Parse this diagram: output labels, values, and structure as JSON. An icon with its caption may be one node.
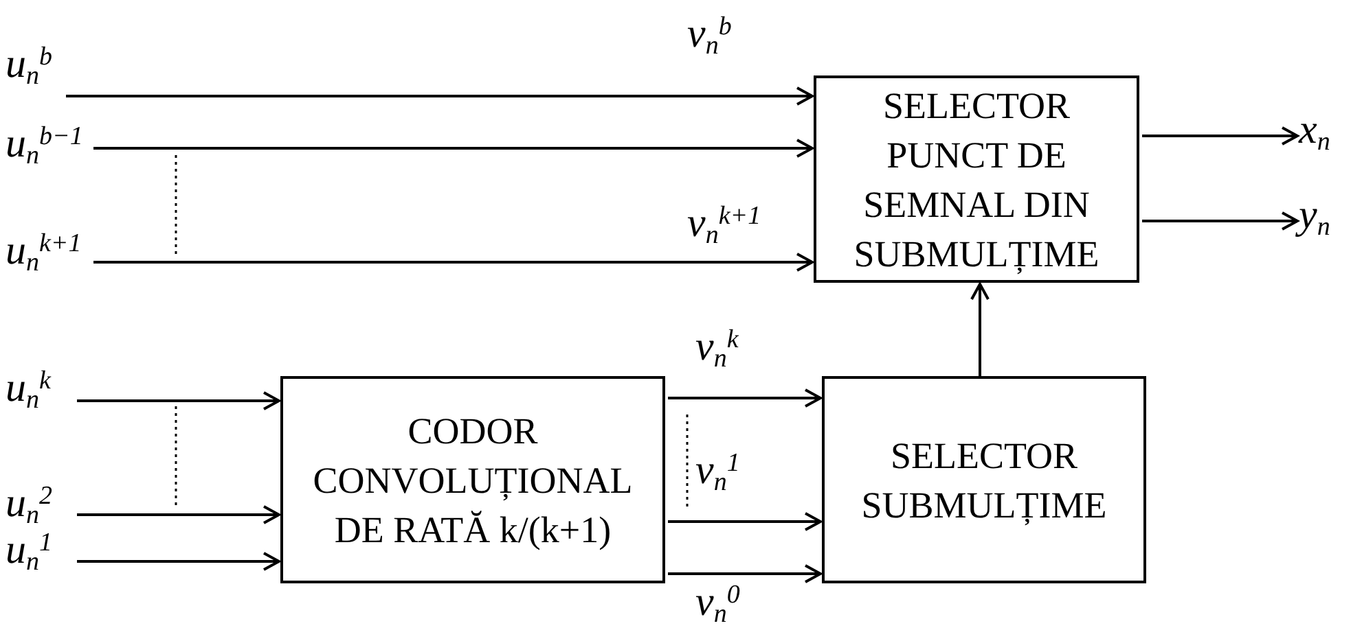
{
  "diagram": {
    "nodes": [
      {
        "text": [
          "u$_{n}$$^{b}$"
        ]
      },
      {
        "text": [
          "u$_{n}$$^{b−1}$"
        ]
      },
      {
        "text": [
          "u$_{n}$$^{k+1}$"
        ]
      },
      {
        "text": [
          "SELECTOR PUNCT DE SEMNAL DIN SUBMULȚIME"
        ]
      },
      {
        "text": [
          "x$_{n}$"
        ]
      },
      {
        "text": [
          "y$_{n}$"
        ]
      },
      {
        "text": [
          "u$_{n}$$^{k}$"
        ]
      },
      {
        "text": [
          "u$_{n}$$^{2}$"
        ]
      },
      {
        "text": [
          "u$_{n}$$^{1}$"
        ]
      },
      {
        "text": [
          "CODOR CONVOLUȚIONAL DE RATĂ k/(k+1)"
        ]
      },
      {
        "text": [
          "SELECTOR SUBMULȚIME"
        ]
      }
    ],
    "edges": [
      {
        "from": 0,
        "to": 3,
        "arrow": "to",
        "label": "v$_{n}$$^{b}$"
      },
      {
        "from": 1,
        "to": 3,
        "arrow": "to"
      },
      {
        "from": 2,
        "to": 3,
        "arrow": "to",
        "label": "v$_{n}$$^{k+1}$"
      },
      {
        "from": 3,
        "to": 4,
        "arrow": "to"
      },
      {
        "from": 3,
        "to": 5,
        "arrow": "to"
      },
      {
        "from": 6,
        "to": 9,
        "arrow": "to"
      },
      {
        "from": 7,
        "to": 9,
        "arrow": "to"
      },
      {
        "from": 8,
        "to": 9,
        "arrow": "to"
      },
      {
        "from": 9,
        "to": 10,
        "arrow": "to",
        "label": "v$_{n}$$^{k}$"
      },
      {
        "from": 9,
        "to": 10,
        "arrow": "to",
        "label": "v$_{n}$$^{1}$"
      },
      {
        "from": 9,
        "to": 10,
        "arrow": "to",
        "label": "v$_{n}$$^{0}$"
      },
      {
        "from": 10,
        "to": 3,
        "arrow": "to"
      }
    ]
  }
}
